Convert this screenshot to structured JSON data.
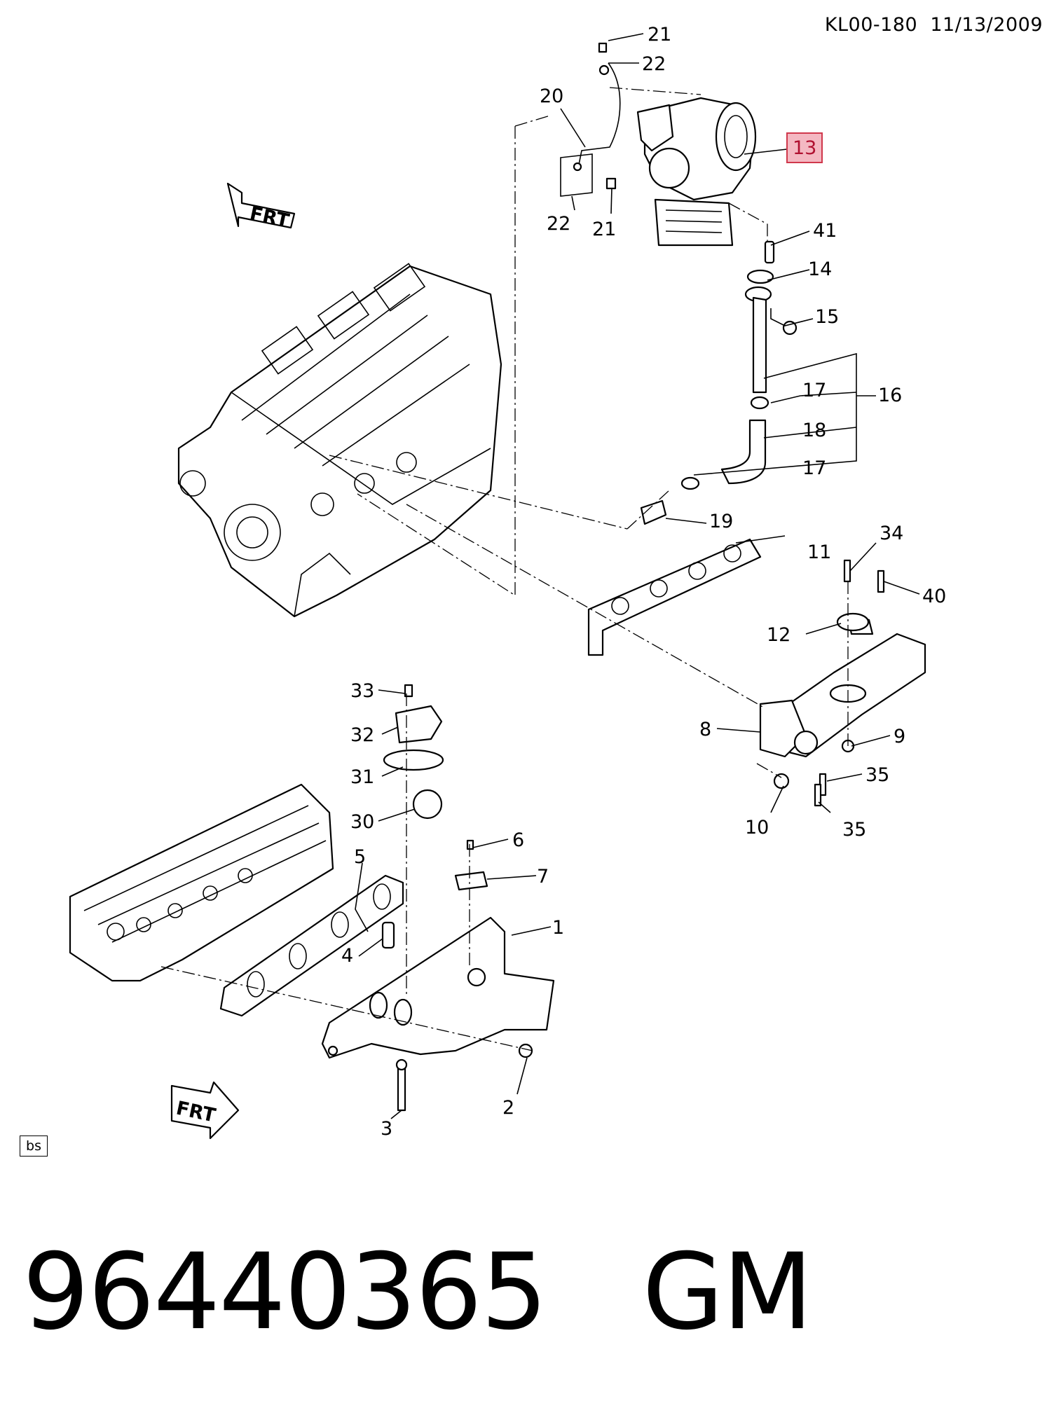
{
  "header": {
    "code": "KL00-180",
    "date": "11/13/2009"
  },
  "callouts": {
    "c1": "1",
    "c2": "2",
    "c3": "3",
    "c4": "4",
    "c5": "5",
    "c6": "6",
    "c7": "7",
    "c8": "8",
    "c9": "9",
    "c10": "10",
    "c11": "11",
    "c12": "12",
    "c13": "13",
    "c14": "14",
    "c15": "15",
    "c16": "16",
    "c17a": "17",
    "c17b": "17",
    "c18": "18",
    "c19": "19",
    "c20": "20",
    "c21a": "21",
    "c21b": "21",
    "c22a": "22",
    "c22b": "22",
    "c30": "30",
    "c31": "31",
    "c32": "32",
    "c33": "33",
    "c34": "34",
    "c35a": "35",
    "c35b": "35",
    "c40": "40",
    "c41": "41"
  },
  "highlight": {
    "callout": "13",
    "color": "#f4b8c2",
    "border": "#d0384c"
  },
  "direction_badge": "FRT",
  "bs_label": "bs",
  "part_number": "96440365",
  "brand": "GM"
}
